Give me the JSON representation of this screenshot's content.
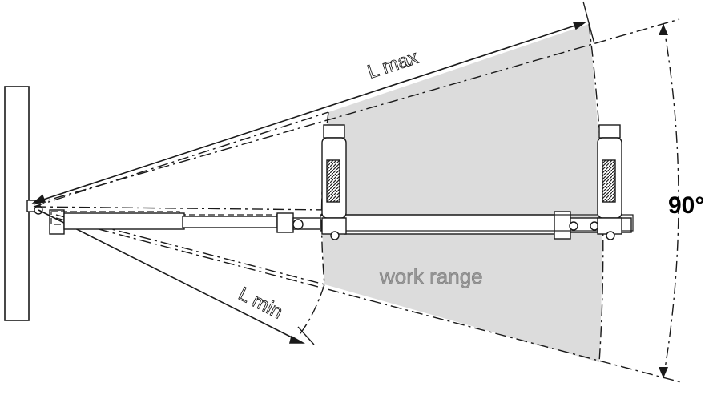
{
  "labels": {
    "lmax": "L max",
    "lmin": "L min",
    "work_range": "work range",
    "angle": "90°"
  },
  "colors": {
    "line": "#1a1a1a",
    "work_range_fill": "#dcdcdc",
    "work_range_text": "#8a8a8a",
    "device_dark": "#2a2a2a"
  }
}
